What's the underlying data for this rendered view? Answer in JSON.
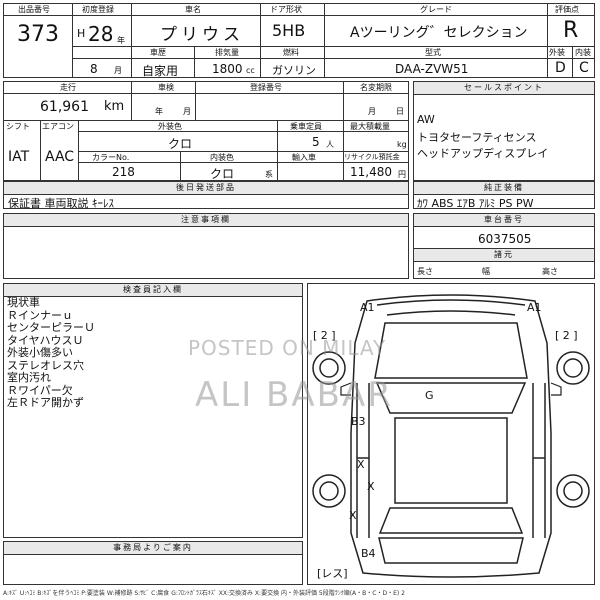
{
  "header": {
    "lot_label": "出品番号",
    "lot_no": "373",
    "first_reg_label": "初度登録",
    "era": "H",
    "year": "28",
    "year_suffix": "年",
    "month": "8",
    "month_suffix": "月",
    "car_name_label": "車名",
    "car_name": "プリウス",
    "door_label": "ドア形状",
    "door": "5HB",
    "grade_label": "グレード",
    "grade": "Aツーリング゛セレクション",
    "score_label": "評価点",
    "score": "R",
    "history_label": "車歴",
    "history": "自家用",
    "disp_label": "排気量",
    "disp": "1800",
    "disp_unit": "cc",
    "fuel_label": "燃料",
    "fuel": "ガソリン",
    "model_label": "型式",
    "model": "DAA-ZVW51",
    "ext_label": "外装",
    "ext": "D",
    "int_label": "内装",
    "int": "C"
  },
  "row2": {
    "mileage_label": "走行",
    "mileage": "61,961",
    "mileage_unit": "km",
    "inspection_label": "車検",
    "insp_year": "年",
    "insp_month": "月",
    "regno_label": "登録番号",
    "name_change_label": "名変期限",
    "nc_month": "月",
    "nc_day": "日",
    "shift_label": "シフト",
    "shift": "IAT",
    "ac_label": "エアコン",
    "ac": "AAC",
    "ext_color_label": "外装色",
    "ext_color": "クロ",
    "capacity_label": "乗車定員",
    "capacity": "5",
    "capacity_unit": "人",
    "load_label": "最大積載量",
    "load_unit": "kg",
    "color_no_label": "カラーNo.",
    "color_no": "218",
    "int_color_label": "内装色",
    "int_color": "クロ",
    "int_color_unit": "系",
    "import_label": "輸入車",
    "recycle_label": "リサイクル預託金",
    "recycle": "11,480",
    "recycle_unit": "円",
    "later_parts_label": "後日発送部品",
    "later_parts": "保証書 車両取説 ｷｰﾚｽ"
  },
  "sales": {
    "title": "セールスポイント",
    "points": [
      "AW",
      "トヨタセーフティセンス",
      "ヘッドアップディスプレイ"
    ]
  },
  "equip": {
    "title": "純正装備",
    "items": "ｶﾜ ABS ｴｱB ｱﾙﾐ PS PW"
  },
  "chassis": {
    "title": "車台番号",
    "number": "6037505",
    "dims_title": "諸元",
    "length": "長さ",
    "width": "幅",
    "height": "高さ"
  },
  "caution": {
    "title": "注意事項欄"
  },
  "inspector": {
    "title": "検査員記入欄",
    "notes": [
      "現状車",
      "Ｒインナーｕ",
      "センターピラーＵ",
      "タイヤハウスＵ",
      "外装小傷多い",
      "ステレオレス穴",
      "室内汚れ",
      "Ｒワイパー欠",
      "左Ｒドア開かず"
    ]
  },
  "office": {
    "title": "事務局よりご案内"
  },
  "diagram": {
    "marks": {
      "a1_left": "A1",
      "a1_right": "A1",
      "two_left": "[ 2 ]",
      "two_right": "[ 2 ]",
      "g": "G",
      "b3": "B3",
      "x1": "X",
      "x2": "X",
      "x3": "X",
      "b4": "B4",
      "les": "[レス]"
    }
  },
  "legend": "A:ｷｽﾞ U:ﾍｺﾐ B:ｷｽﾞを伴うﾍｺﾐ P:要塗装 W:補修跡 S:ｻﾋﾞ C:腐食 G:ﾌﾛﾝﾄｶﾞﾗｽ石ｷｽﾞ XX:交換済み X:要交換 内・外装評価 5段階ﾗﾝｸ順(A・B・C・D・E) 2",
  "watermark": {
    "line1": "POSTED ON MILAY",
    "line2": "ALI BABAR"
  }
}
